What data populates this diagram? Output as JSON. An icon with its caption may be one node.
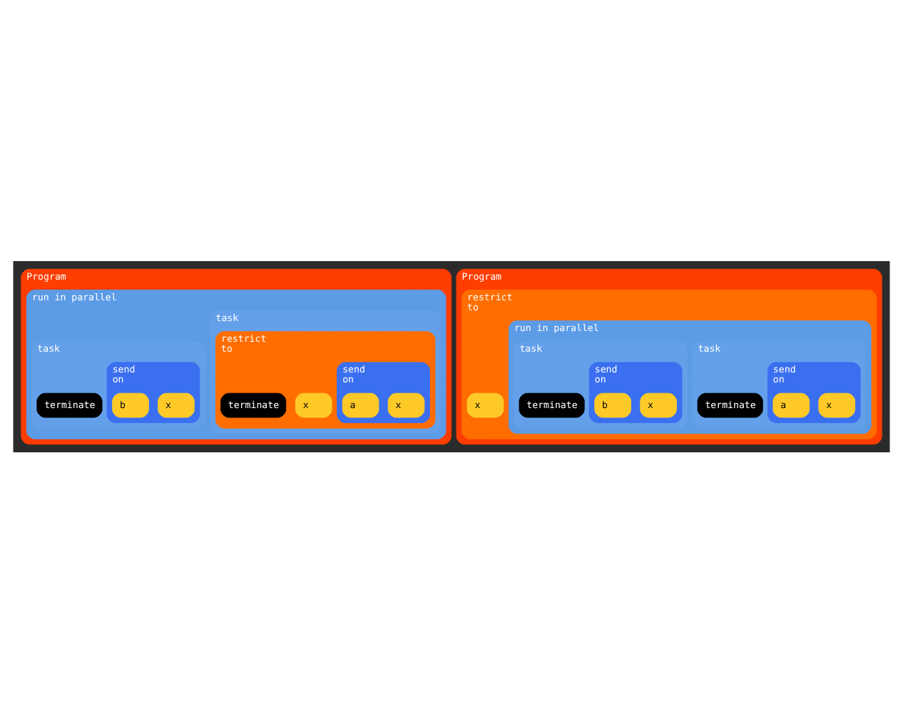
{
  "diagram": {
    "nodes": [
      {
        "text": [
          "Program"
        ]
      },
      {
        "text": [
          "run in parallel"
        ],
        "in": 0
      },
      {
        "text": [
          "task"
        ],
        "in": 1
      },
      {
        "text": [
          "restrict",
          "to"
        ],
        "in": 2
      },
      {
        "text": [
          "x"
        ],
        "in": 3
      },
      {
        "text": [
          "send",
          "on"
        ],
        "in": 3
      },
      {
        "text": [
          "x"
        ],
        "in": 5
      },
      {
        "text": [
          "a"
        ],
        "in": 5
      },
      {
        "text": [
          "terminate"
        ],
        "in": 3
      },
      {
        "text": [
          "task"
        ],
        "in": 1
      },
      {
        "text": [
          "send",
          "on"
        ],
        "in": 9
      },
      {
        "text": [
          "x"
        ],
        "in": 10
      },
      {
        "text": [
          "b"
        ],
        "in": 10
      },
      {
        "text": [
          "terminate"
        ],
        "in": 9
      },
      {
        "text": [
          "Program"
        ]
      },
      {
        "text": [
          "restrict",
          "to"
        ],
        "in": 14
      },
      {
        "text": [
          "x"
        ],
        "in": 15
      },
      {
        "text": [
          "run in parallel"
        ],
        "in": 15
      },
      {
        "text": [
          "task"
        ],
        "in": 17
      },
      {
        "text": [
          "send",
          "on"
        ],
        "in": 18
      },
      {
        "text": [
          "x"
        ],
        "in": 19
      },
      {
        "text": [
          "a"
        ],
        "in": 19
      },
      {
        "text": [
          "terminate"
        ],
        "in": 18
      },
      {
        "text": [
          "task"
        ],
        "in": 17
      },
      {
        "text": [
          "send",
          "on"
        ],
        "in": 23
      },
      {
        "text": [
          "x"
        ],
        "in": 24
      },
      {
        "text": [
          "b"
        ],
        "in": 24
      },
      {
        "text": [
          "terminate"
        ],
        "in": 23
      }
    ],
    "edges": []
  }
}
